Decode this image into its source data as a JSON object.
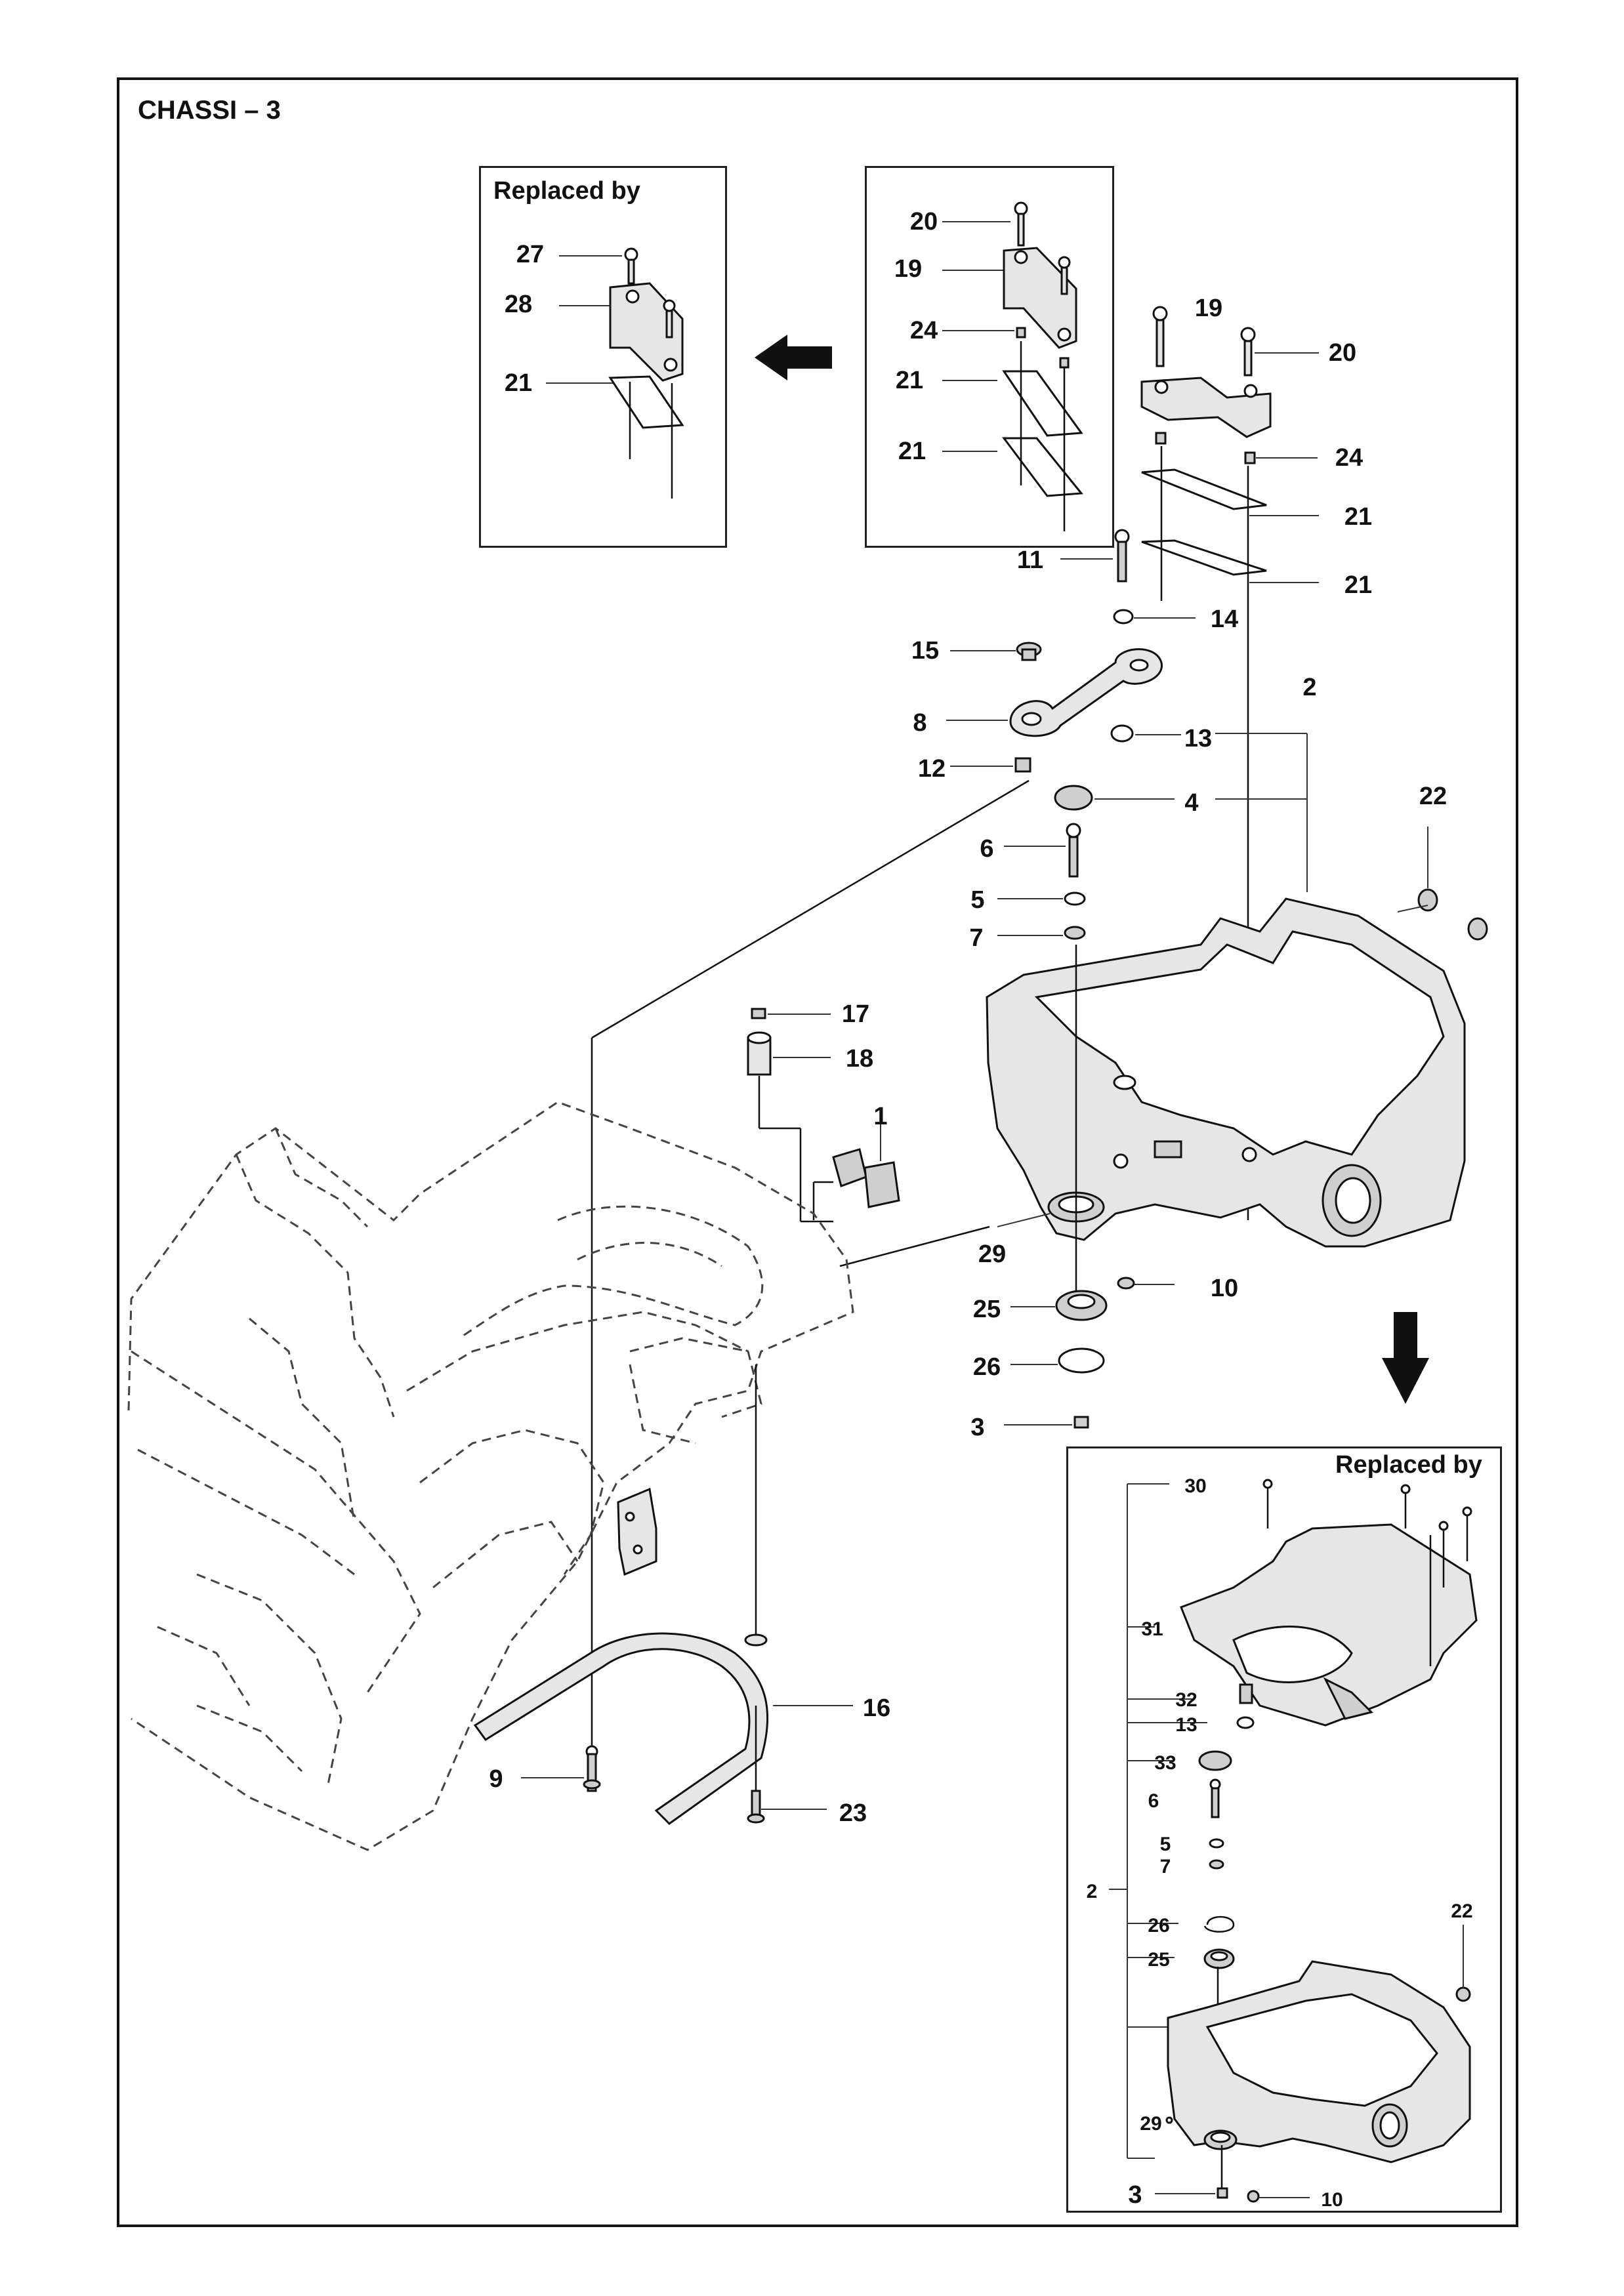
{
  "diagram": {
    "title": "CHASSI – 3",
    "insets": [
      {
        "id": "replaced-by-top",
        "title": "Replaced by"
      },
      {
        "id": "original-clamp",
        "title": ""
      },
      {
        "id": "replaced-by-bottom",
        "title": "Replaced by"
      }
    ],
    "callouts": {
      "top_replaced": [
        "27",
        "28",
        "21"
      ],
      "top_original": [
        "20",
        "19",
        "24",
        "21",
        "21"
      ],
      "main": [
        "19",
        "20",
        "24",
        "21",
        "21",
        "11",
        "14",
        "15",
        "8",
        "13",
        "2",
        "12",
        "4",
        "22",
        "6",
        "5",
        "7",
        "17",
        "18",
        "1",
        "29",
        "25",
        "10",
        "26",
        "3",
        "16",
        "9",
        "23"
      ],
      "bottom_replaced": [
        "30",
        "31",
        "32",
        "13",
        "33",
        "6",
        "5",
        "7",
        "2",
        "26",
        "25",
        "22",
        "29",
        "3",
        "10"
      ]
    },
    "colors": {
      "line": "#111111",
      "part_fill": "#e6e6e6",
      "dashed_frame": "#444444"
    }
  }
}
